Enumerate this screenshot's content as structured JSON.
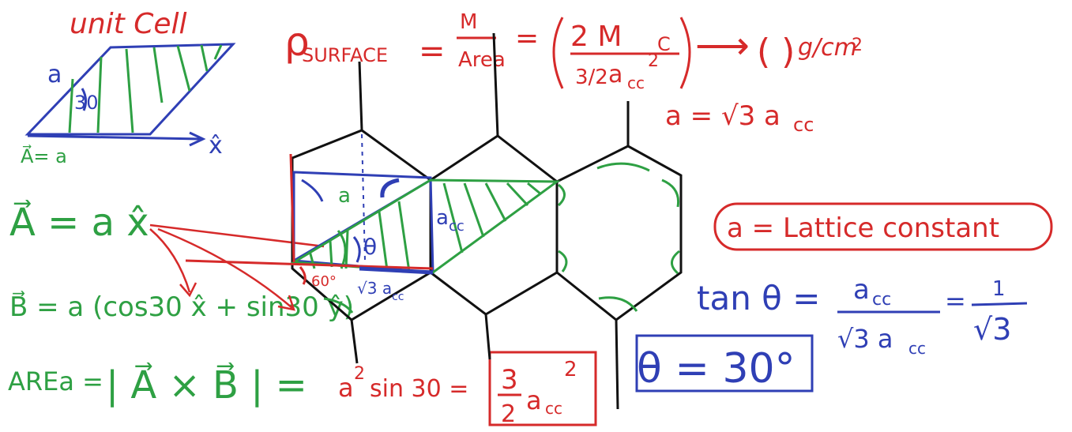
{
  "colors": {
    "red": "#d62a2a",
    "green": "#2ea043",
    "blue": "#2f3fb5",
    "black": "#111111",
    "background": "#ffffff"
  },
  "top_left": {
    "title": "unit Cell",
    "side_label": "a",
    "angle_label": "30",
    "x_hat": "x̂",
    "a_eq": "A⃗= a"
  },
  "density": {
    "rho": "ρ",
    "subscript": "SURFACE",
    "eq1": "=",
    "m": "M",
    "area": "Area",
    "eq2": "=",
    "num": "2 M",
    "num_sub": "C",
    "den_frac": "3/2",
    "den_a": "a",
    "den_sub": "cc",
    "den_sup": "2",
    "arrow": "⟶",
    "result": "( )",
    "units": "g/cm",
    "units_sup": "2",
    "a_relation": "a = √3 a",
    "a_relation_sub": "cc"
  },
  "vectors": {
    "A_eq": "A⃗ = a x̂",
    "B_eq": "B⃗ = a (cos30 x̂ + sin30 ŷ)",
    "area_label": "AREa =",
    "cross": "| A⃗ × B⃗ | =",
    "result": "a",
    "result_sup": "2",
    "sin": "sin 30 =",
    "box_num": "3",
    "box_den": "2",
    "box_a": "a",
    "box_sup": "2",
    "box_sub": "cc"
  },
  "hex_labels": {
    "a": "a",
    "a_cc": "a",
    "a_cc_sub": "cc",
    "theta": "θ",
    "sixty": "60°",
    "sqrt3": "√3 a",
    "sqrt3_sub": "cc"
  },
  "right": {
    "lattice": "a = Lattice constant",
    "tan": "tan θ =",
    "tan_num": "a",
    "tan_num_sub": "cc",
    "tan_den": "√3 a",
    "tan_den_sub": "cc",
    "eq": "=",
    "one": "1",
    "sqrt3": "√3",
    "theta_result": "θ = 30°"
  }
}
